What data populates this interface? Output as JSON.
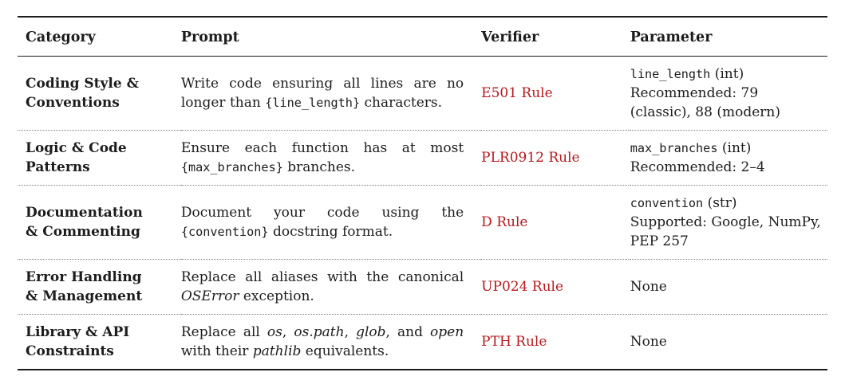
{
  "colors": {
    "verifier_link_red": "#b6191f",
    "text": "#1c1c1c"
  },
  "table": {
    "headers": [
      "Category",
      "Prompt",
      "Verifier",
      "Parameter"
    ],
    "rows": [
      {
        "category": "Coding Style & Conventions",
        "prompt": [
          {
            "t": "Write code ensuring all lines are no longer than "
          },
          {
            "t": "{line_length}",
            "s": "code"
          },
          {
            "t": " characters."
          }
        ],
        "verifier": "E501 Rule",
        "parameter": [
          {
            "t": "line_length",
            "s": "code"
          },
          {
            "t": " (int)\nRecommended: 79 (classic), 88 (modern)"
          }
        ]
      },
      {
        "category": "Logic & Code Patterns",
        "prompt": [
          {
            "t": "Ensure each function has at most "
          },
          {
            "t": "{max_branches}",
            "s": "code"
          },
          {
            "t": " branches."
          }
        ],
        "verifier": "PLR0912 Rule",
        "parameter": [
          {
            "t": "max_branches",
            "s": "code"
          },
          {
            "t": " (int)\nRecommended: 2–4"
          }
        ]
      },
      {
        "category": "Documentation & Commenting",
        "prompt": [
          {
            "t": "Document your code using the "
          },
          {
            "t": "{convention}",
            "s": "code"
          },
          {
            "t": " docstring format."
          }
        ],
        "verifier": "D Rule",
        "parameter": [
          {
            "t": "convention",
            "s": "code"
          },
          {
            "t": " (str)\nSupported: Google, NumPy, PEP 257"
          }
        ]
      },
      {
        "category": "Error Handling & Management",
        "prompt": [
          {
            "t": "Replace all aliases with the canonical "
          },
          {
            "t": "OSError",
            "s": "i"
          },
          {
            "t": " exception."
          }
        ],
        "verifier": "UP024 Rule",
        "parameter": [
          {
            "t": "None"
          }
        ]
      },
      {
        "category": "Library & API Constraints",
        "prompt": [
          {
            "t": "Replace all "
          },
          {
            "t": "os",
            "s": "i"
          },
          {
            "t": ", "
          },
          {
            "t": "os.path",
            "s": "i"
          },
          {
            "t": ", "
          },
          {
            "t": "glob",
            "s": "i"
          },
          {
            "t": ", and "
          },
          {
            "t": "open",
            "s": "i"
          },
          {
            "t": " with their "
          },
          {
            "t": "pathlib",
            "s": "i"
          },
          {
            "t": " equivalents."
          }
        ],
        "verifier": "PTH Rule",
        "parameter": [
          {
            "t": "None"
          }
        ]
      }
    ]
  }
}
